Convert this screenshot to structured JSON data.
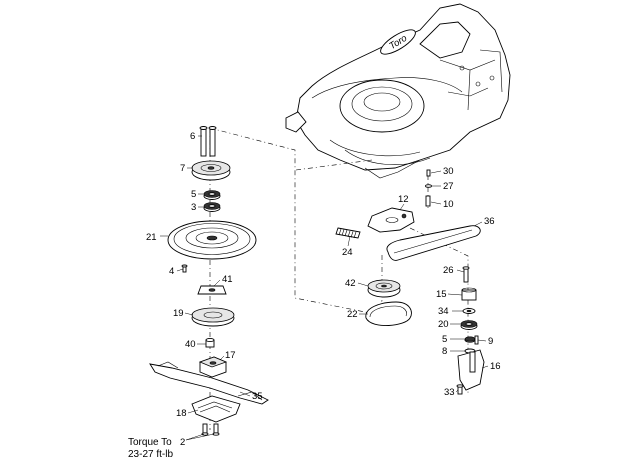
{
  "callouts": {
    "c6": "6",
    "c7": "7",
    "c5a": "5",
    "c3": "3",
    "c21": "21",
    "c4": "4",
    "c41": "41",
    "c19": "19",
    "c40": "40",
    "c17": "17",
    "c35": "35",
    "c18": "18",
    "c2": "2",
    "c30": "30",
    "c27": "27",
    "c10": "10",
    "c12": "12",
    "c36": "36",
    "c24": "24",
    "c26": "26",
    "c42": "42",
    "c15": "15",
    "c22": "22",
    "c34": "34",
    "c20": "20",
    "c5b": "5",
    "c9": "9",
    "c8": "8",
    "c16": "16",
    "c33": "33"
  },
  "torque_note": {
    "line1": "Torque To",
    "line2": "23-27 ft-lb"
  },
  "deck_brand": "Toro"
}
